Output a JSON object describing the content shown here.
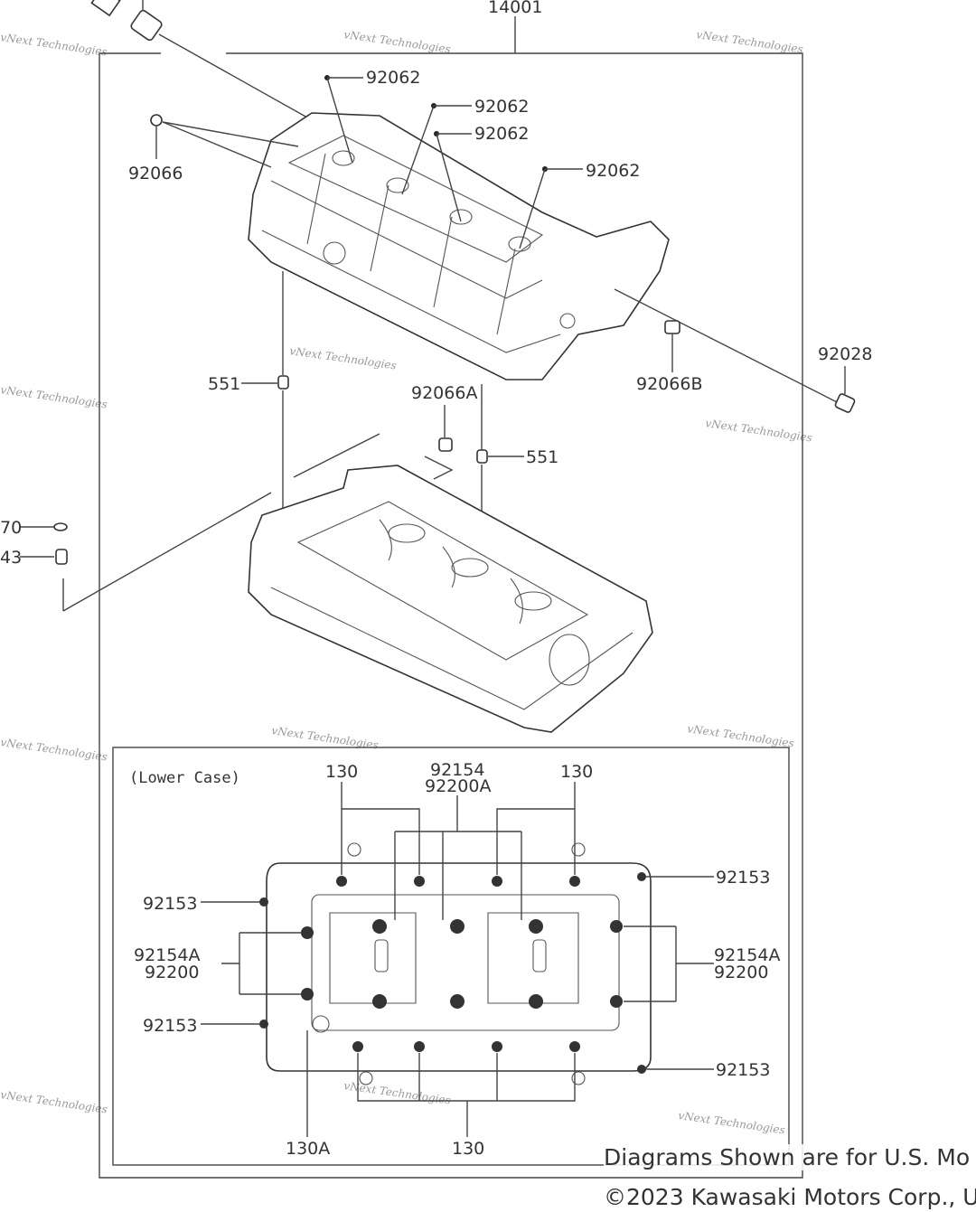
{
  "watermark": "vNext Technologies",
  "labels": {
    "assembly": "14001",
    "bolt_a": "92062",
    "bolt_b": "92062",
    "bolt_c": "92062",
    "bolt_d": "92062",
    "plug": "92066",
    "cap": "92028",
    "plug_b": "92066B",
    "dowel_left": "551",
    "dowel_right": "551",
    "plug_a": "92066A",
    "oring_cut": "70",
    "collar_cut": "43"
  },
  "lower_case": {
    "title": "(Lower Case)",
    "bolt_top_left": "130",
    "bolt_top_right": "130",
    "top_center_1": "92154",
    "top_center_2": "92200A",
    "right_top": "92153",
    "left_top": "92153",
    "left_mid_1": "92154A",
    "left_mid_2": "92200",
    "right_mid_1": "92154A",
    "right_mid_2": "92200",
    "left_bottom": "92153",
    "right_bottom": "92153",
    "bottom_left": "130A",
    "bottom_center": "130"
  },
  "footer": {
    "line1": "Diagrams Shown are for U.S. Mo",
    "line2": "©2023 Kawasaki Motors Corp., U"
  }
}
